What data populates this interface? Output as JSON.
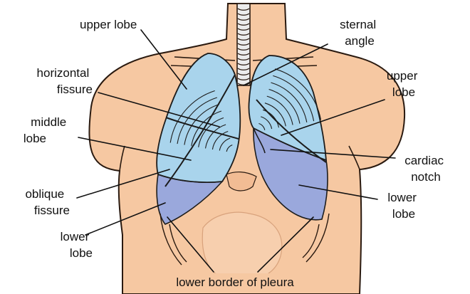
{
  "colors": {
    "skin": "#f6c8a2",
    "skin_outline": "#2a1a10",
    "lung_upper": "#a9d4ec",
    "lung_lower": "#9aa8dc",
    "lung_outline": "#1c1c1c",
    "label_text": "#111111"
  },
  "labels": {
    "upper_lobe_left": "upper lobe",
    "horizontal_fissure": [
      "horizontal",
      "fissure"
    ],
    "middle_lobe": [
      "middle",
      "lobe"
    ],
    "oblique_fissure": [
      "oblique",
      "fissure"
    ],
    "lower_lobe_left": [
      "lower",
      "lobe"
    ],
    "sternal_angle": [
      "sternal",
      "angle"
    ],
    "upper_lobe_right": [
      "upper",
      "lobe"
    ],
    "cardiac_notch": [
      "cardiac",
      "notch"
    ],
    "lower_lobe_right": [
      "lower",
      "lobe"
    ],
    "lower_border_of_pleura": "lower border of pleura"
  }
}
